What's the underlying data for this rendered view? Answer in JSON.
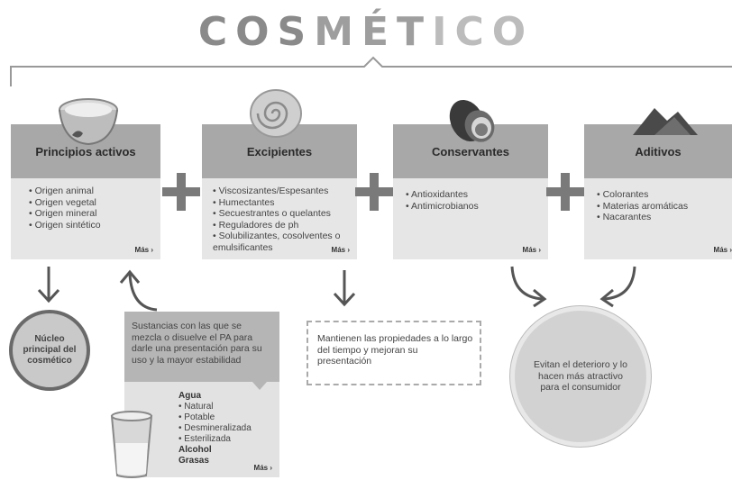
{
  "title": {
    "part1": "COS",
    "part2": "MÉT",
    "part3": "ICO"
  },
  "cards": [
    {
      "title": "Principios activos",
      "items": [
        "Origen animal",
        "Origen vegetal",
        "Origen mineral",
        "Origen sintético"
      ],
      "more": "Más ›"
    },
    {
      "title": "Excipientes",
      "items": [
        "Viscosizantes/Espesantes",
        "Humectantes",
        "Secuestrantes o quelantes",
        "Reguladores de ph",
        "Solubilizantes, cosolventes o emulsificantes"
      ],
      "more": "Más ›"
    },
    {
      "title": "Conservantes",
      "items": [
        "Antioxidantes",
        "Antimicrobianos"
      ],
      "more": "Más ›"
    },
    {
      "title": "Aditivos",
      "items": [
        "Colorantes",
        "Materias aromáticas",
        "Nacarantes"
      ],
      "more": "Más ›"
    }
  ],
  "nucleo": "Núcleo principal del cosmético",
  "sustancias": {
    "text": "Sustancias con las que se mezcla o disuelve el PA para darle una presentación para su uso y la mayor estabilidad",
    "agua": "Agua",
    "agua_items": [
      "Natural",
      "Potable",
      "Desmineralizada",
      "Esterilizada"
    ],
    "alcohol": "Alcohol",
    "grasas": "Grasas",
    "more": "Más ›"
  },
  "mantienen": "Mantienen las propiedades a lo largo del tiempo y mejoran su presentación",
  "evitan": "Evitan el deterioro y lo hacen más atractivo para el consumidor",
  "colors": {
    "header": "#a8a8a8",
    "card": "#e6e6e6",
    "plus": "#7a7a7a",
    "arrow": "#555555"
  }
}
